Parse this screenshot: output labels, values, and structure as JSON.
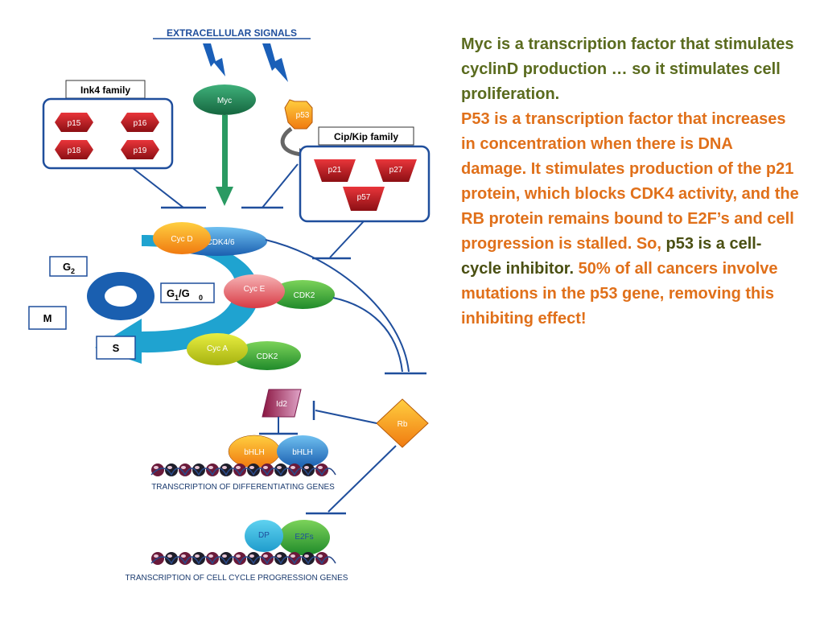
{
  "diagram": {
    "extracellular_signals": "EXTRACELLULAR SIGNALS",
    "ink4_family": "Ink4 family",
    "ink4_members": [
      "p15",
      "p16",
      "p18",
      "p19"
    ],
    "myc": "Myc",
    "p53": "p53",
    "cipkip_family": "Cip/Kip family",
    "cipkip_members": [
      "p21",
      "p27",
      "p57"
    ],
    "phases": {
      "g2": "G",
      "g2_sub": "2",
      "m": "M",
      "s": "S",
      "g1": "G",
      "g1_sub": "1",
      "g1_slash": " /G",
      "g0_sub": "0"
    },
    "cycd": "Cyc D",
    "cdk46": "CDK4/6",
    "cyce": "Cyc E",
    "cdk2_e": "CDK2",
    "cyca": "Cyc A",
    "cdk2_a": "CDK2",
    "id2": "Id2",
    "rb": "Rb",
    "bhlh1": "bHLH",
    "bhlh2": "bHLH",
    "caption_diff": "TRANSCRIPTION OF DIFFERENTIATING GENES",
    "dp": "DP",
    "e2fs": "E2Fs",
    "caption_cc": "TRANSCRIPTION OF CELL CYCLE PROGRESSION GENES"
  },
  "text": {
    "para1": "Myc is a transcription factor that stimulates cyclinD production … so it stimulates cell proliferation.",
    "para2a": "P53 is a transcription factor that increases in concentration when there is DNA damage. It stimulates production of the p21 protein, which blocks CDK4 activity, and the RB protein remains bound to E2F’s and cell progression is stalled.  So, ",
    "para2b": "p53 is a cell-cycle inhibitor.",
    "para2c": "  50% of all cancers involve mutations in the p53 gene, removing this inhibiting effect!"
  },
  "colors": {
    "blue": "#1f4e9c",
    "red_hex": "#c0151b",
    "myc_green": "#1e8a5a",
    "p53_orange": "#e87d1e",
    "text_olive": "#5a6b1e",
    "text_orange": "#e0701a",
    "cycle_cyan": "#1fa3d0"
  }
}
